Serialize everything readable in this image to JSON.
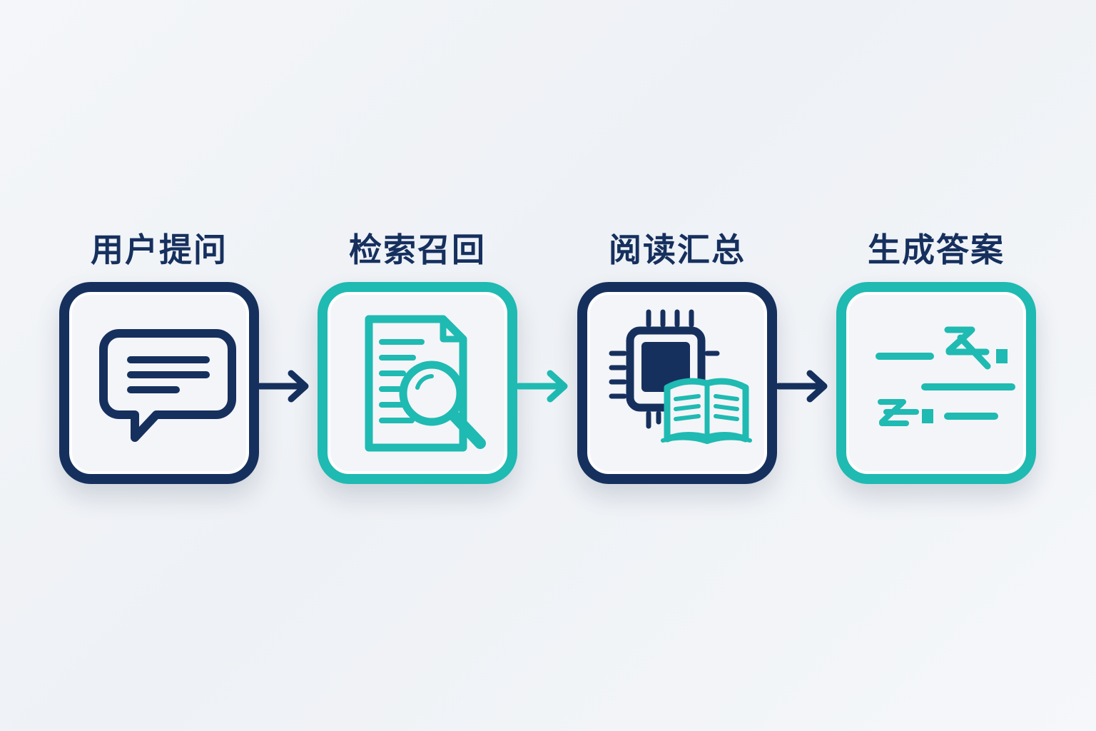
{
  "colors": {
    "navy": "#16305e",
    "teal": "#1fbab2",
    "card_background": "#f4f5f8"
  },
  "steps": [
    {
      "label": "用户提问",
      "icon": "chat-bubble-icon",
      "border_color": "#16305e"
    },
    {
      "label": "检索召回",
      "icon": "document-search-icon",
      "border_color": "#1fbab2"
    },
    {
      "label": "阅读汇总",
      "icon": "chip-book-icon",
      "border_color": "#16305e"
    },
    {
      "label": "生成答案",
      "icon": "generated-lines-icon",
      "border_color": "#1fbab2"
    }
  ],
  "arrows": [
    {
      "from": "用户提问",
      "to": "检索召回",
      "color": "#16305e"
    },
    {
      "from": "检索召回",
      "to": "阅读汇总",
      "color": "#1fbab2"
    },
    {
      "from": "阅读汇总",
      "to": "生成答案",
      "color": "#16305e"
    }
  ]
}
